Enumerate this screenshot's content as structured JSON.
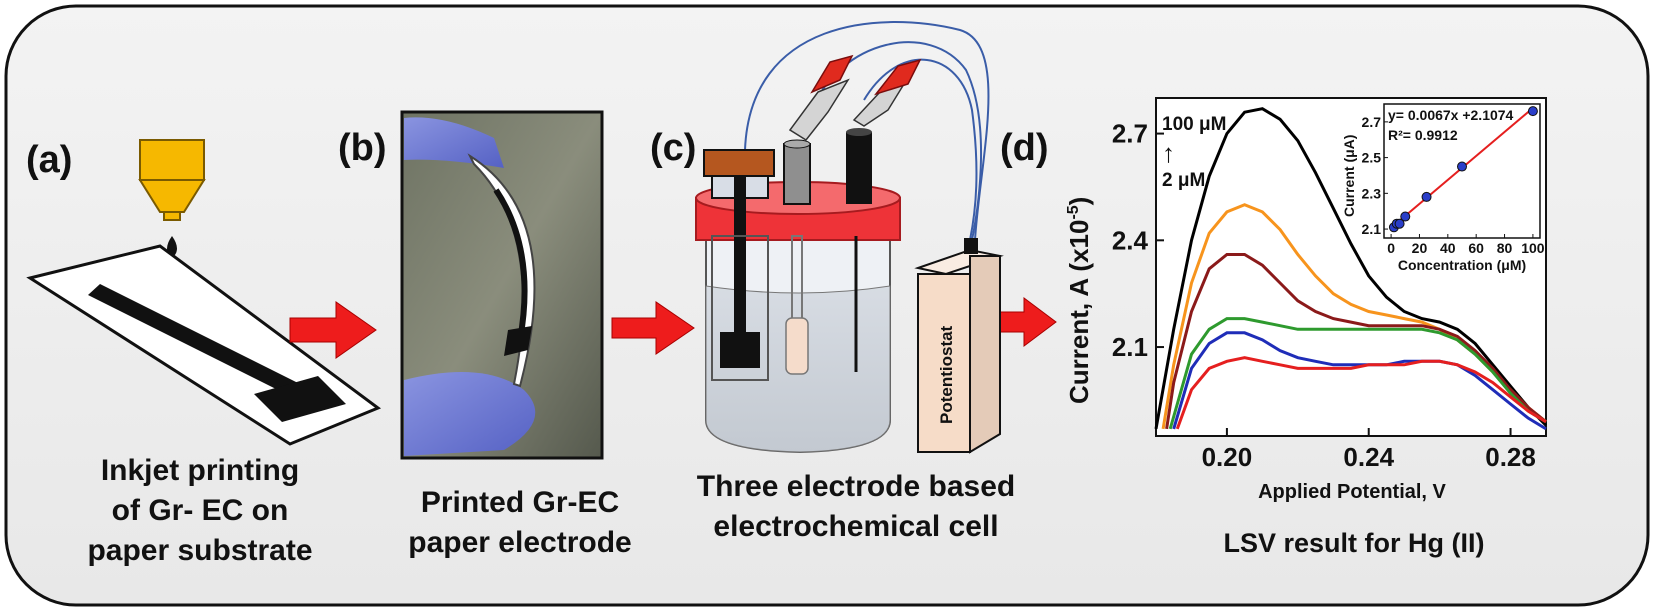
{
  "panels": {
    "a": {
      "letter": "(a)",
      "caption_lines": [
        "Inkjet printing",
        "of Gr- EC on",
        "paper substrate"
      ]
    },
    "b": {
      "letter": "(b)",
      "caption_lines": [
        "Printed Gr-EC",
        "paper electrode"
      ]
    },
    "c": {
      "letter": "(c)",
      "caption_lines": [
        "Three electrode based",
        "electrochemical cell"
      ],
      "device_label": "Potentiostat"
    },
    "d": {
      "letter": "(d)",
      "caption": "LSV result for Hg (II)",
      "conc_high": "100 μM",
      "conc_low": "2 μM",
      "arrow_glyph": "↑",
      "inset": {
        "equation": "y= 0.0067x +2.1074",
        "r2": "R²= 0.9912",
        "xlabel": "Concentration (μM)",
        "ylabel": "Current (μA)"
      }
    }
  },
  "colors": {
    "arrow": "#ee1c1c",
    "nozzle": "#f6b800",
    "cap": "#ee3338",
    "line_black": "#000000",
    "line_orange": "#f7941d",
    "line_darkred": "#8b1a1a",
    "line_green": "#2e9a2e",
    "line_blue": "#1f2db8",
    "line_red": "#e51f1f",
    "inset_fit": "#e51f1f",
    "inset_points": "#2a3ec9"
  },
  "chart_data": [
    {
      "type": "line",
      "xlabel": "Applied Potential, V",
      "ylabel": "Current, A (x10",
      "ylabel_exp": "-5",
      "ylabel_close": ")",
      "xlim": [
        0.18,
        0.29
      ],
      "ylim": [
        1.85,
        2.8
      ],
      "xticks": [
        0.2,
        0.24,
        0.28
      ],
      "xtick_labels": [
        "0.20",
        "0.24",
        "0.28"
      ],
      "yticks": [
        2.1,
        2.4,
        2.7
      ],
      "ytick_labels": [
        "2.1",
        "2.4",
        "2.7"
      ],
      "series": [
        {
          "color": "#000000",
          "x": [
            0.18,
            0.185,
            0.19,
            0.195,
            0.2,
            0.205,
            0.21,
            0.215,
            0.22,
            0.225,
            0.23,
            0.235,
            0.24,
            0.245,
            0.25,
            0.255,
            0.26,
            0.265,
            0.27,
            0.275,
            0.28,
            0.285,
            0.29
          ],
          "y": [
            1.87,
            2.15,
            2.4,
            2.58,
            2.7,
            2.76,
            2.77,
            2.74,
            2.68,
            2.59,
            2.49,
            2.39,
            2.3,
            2.24,
            2.2,
            2.18,
            2.17,
            2.15,
            2.11,
            2.05,
            1.99,
            1.93,
            1.88
          ]
        },
        {
          "color": "#f7941d",
          "x": [
            0.182,
            0.185,
            0.19,
            0.195,
            0.2,
            0.205,
            0.21,
            0.215,
            0.22,
            0.225,
            0.23,
            0.235,
            0.24,
            0.245,
            0.25,
            0.255,
            0.26,
            0.265,
            0.27,
            0.275,
            0.28,
            0.285,
            0.29
          ],
          "y": [
            1.87,
            2.05,
            2.28,
            2.42,
            2.48,
            2.5,
            2.48,
            2.43,
            2.36,
            2.3,
            2.25,
            2.22,
            2.2,
            2.19,
            2.18,
            2.17,
            2.15,
            2.12,
            2.08,
            2.03,
            1.98,
            1.93,
            1.89
          ]
        },
        {
          "color": "#8b1a1a",
          "x": [
            0.183,
            0.185,
            0.19,
            0.195,
            0.2,
            0.205,
            0.21,
            0.215,
            0.22,
            0.225,
            0.23,
            0.235,
            0.24,
            0.245,
            0.25,
            0.255,
            0.26,
            0.265,
            0.27,
            0.275,
            0.28,
            0.285,
            0.29
          ],
          "y": [
            1.87,
            2.0,
            2.2,
            2.32,
            2.36,
            2.36,
            2.33,
            2.28,
            2.23,
            2.2,
            2.18,
            2.17,
            2.16,
            2.16,
            2.16,
            2.16,
            2.15,
            2.13,
            2.09,
            2.04,
            1.98,
            1.93,
            1.89
          ]
        },
        {
          "color": "#2e9a2e",
          "x": [
            0.184,
            0.19,
            0.195,
            0.2,
            0.205,
            0.21,
            0.215,
            0.22,
            0.225,
            0.23,
            0.235,
            0.24,
            0.245,
            0.25,
            0.255,
            0.26,
            0.265,
            0.27,
            0.275,
            0.28,
            0.285,
            0.29
          ],
          "y": [
            1.87,
            2.08,
            2.15,
            2.18,
            2.18,
            2.17,
            2.16,
            2.15,
            2.15,
            2.15,
            2.15,
            2.15,
            2.15,
            2.15,
            2.15,
            2.14,
            2.12,
            2.08,
            2.03,
            1.97,
            1.92,
            1.89
          ]
        },
        {
          "color": "#1f2db8",
          "x": [
            0.185,
            0.19,
            0.195,
            0.2,
            0.205,
            0.21,
            0.215,
            0.22,
            0.225,
            0.23,
            0.235,
            0.24,
            0.245,
            0.25,
            0.255,
            0.26,
            0.265,
            0.27,
            0.275,
            0.28,
            0.285,
            0.29
          ],
          "y": [
            1.87,
            2.04,
            2.11,
            2.14,
            2.14,
            2.12,
            2.09,
            2.07,
            2.06,
            2.05,
            2.05,
            2.05,
            2.05,
            2.06,
            2.06,
            2.06,
            2.05,
            2.02,
            1.98,
            1.94,
            1.9,
            1.87
          ]
        },
        {
          "color": "#e51f1f",
          "x": [
            0.186,
            0.19,
            0.195,
            0.2,
            0.205,
            0.21,
            0.215,
            0.22,
            0.225,
            0.23,
            0.235,
            0.24,
            0.245,
            0.25,
            0.255,
            0.26,
            0.265,
            0.27,
            0.275,
            0.28,
            0.285,
            0.29
          ],
          "y": [
            1.87,
            1.98,
            2.04,
            2.06,
            2.07,
            2.06,
            2.05,
            2.04,
            2.04,
            2.04,
            2.04,
            2.05,
            2.05,
            2.05,
            2.06,
            2.06,
            2.05,
            2.03,
            2.0,
            1.96,
            1.92,
            1.89
          ]
        }
      ]
    },
    {
      "type": "scatter",
      "xlabel": "Concentration (μM)",
      "ylabel": "Current (μA)",
      "xlim": [
        -5,
        105
      ],
      "ylim": [
        2.05,
        2.8
      ],
      "xticks": [
        0,
        20,
        40,
        60,
        80,
        100
      ],
      "yticks": [
        2.1,
        2.3,
        2.5,
        2.7
      ],
      "points": {
        "x": [
          2,
          4,
          6,
          10,
          25,
          50,
          100
        ],
        "y": [
          2.11,
          2.13,
          2.13,
          2.17,
          2.28,
          2.45,
          2.76
        ]
      },
      "fit": {
        "slope": 0.0067,
        "intercept": 2.1074,
        "equation": "y= 0.0067x +2.1074",
        "r2": "R²= 0.9912"
      }
    }
  ]
}
